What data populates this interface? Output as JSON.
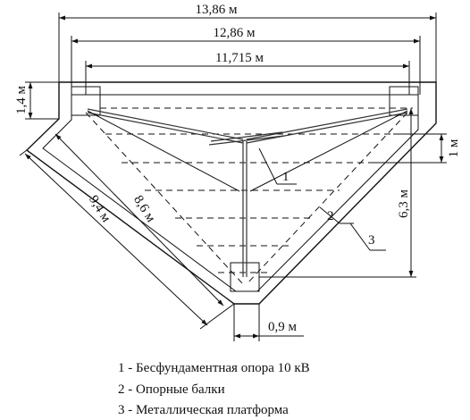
{
  "dimensions": {
    "width_outer": "13,86 м",
    "width_middle": "12,86 м",
    "width_inner": "11,715 м",
    "height_left": "1,4 м",
    "beam_spacing": "1 м",
    "height_total": "6,3 м",
    "diag_outer": "9,4 м",
    "diag_inner": "8,6 м",
    "bottom_width": "0,9 м"
  },
  "callouts": {
    "c1": "1",
    "c2": "2",
    "c3": "3"
  },
  "legend": {
    "item1": "1 - Бесфундаментная опора 10 кВ",
    "item2": "2 - Опорные балки",
    "item3": "3 - Металлическая платформа"
  }
}
